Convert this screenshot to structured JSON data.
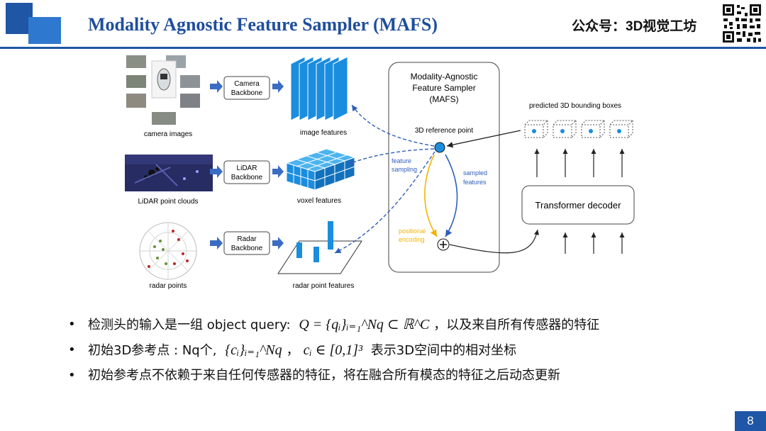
{
  "slide": {
    "title": "Modality Agnostic Feature Sampler (MAFS)",
    "brand": "公众号：3D视觉工坊",
    "page_number": "8"
  },
  "diagram": {
    "camera_backbone": [
      "Camera",
      "Backbone"
    ],
    "lidar_backbone": [
      "LiDAR",
      "Backbone"
    ],
    "radar_backbone": [
      "Radar",
      "Backbone"
    ],
    "camera_images_label": "camera images",
    "lidar_label": "LiDAR point clouds",
    "radar_points_label": "radar points",
    "image_features_label": "image features",
    "voxel_features_label": "voxel features",
    "radar_features_label": "radar point features",
    "mafs_title": [
      "Modality-Agnostic",
      "Feature Sampler",
      "(MAFS)"
    ],
    "ref_point_label": "3D reference point",
    "feature_sampling_label": [
      "feature",
      "sampling"
    ],
    "sampled_features_label": [
      "sampled",
      "features"
    ],
    "positional_encoding_label": [
      "positional",
      "encoding"
    ],
    "pred_boxes_label": "predicted 3D bounding boxes",
    "decoder_label": "Transformer decoder"
  },
  "bullets": {
    "b1_pre": "检测头的输入是一组 object query: ",
    "b1_math": "Q = {qᵢ}ᵢ₌₁^Nq ⊂ ℝ^C",
    "b1_post": "，以及来自所有传感器的特征",
    "b2_pre": "初始3D参考点 : Nq个, ",
    "b2_math1": "{cᵢ}ᵢ₌₁^Nq",
    "b2_mid": "，",
    "b2_math2": "cᵢ ∈ [0,1]³",
    "b2_post": " 表示3D空间中的相对坐标",
    "b3": "初始参考点不依赖于来自任何传感器的特征，将在融合所有模态的特征之后动态更新"
  },
  "colors": {
    "accent": "#1f56a5",
    "feature_blue": "#1a8ddf",
    "arrow_blue": "#2e5fb8",
    "pos_encoding_yellow": "#f2b400"
  }
}
